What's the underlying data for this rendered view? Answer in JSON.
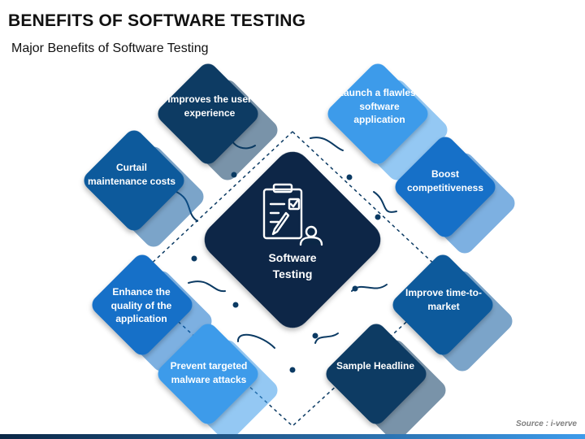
{
  "title": "BENEFITS OF SOFTWARE TESTING",
  "subtitle": "Major Benefits of Software Testing",
  "center": {
    "line1": "Software",
    "line2": "Testing",
    "icon": "clipboard-checklist-user-icon"
  },
  "benefits": [
    {
      "label": "Improves the user experience",
      "color": "#0B3A63"
    },
    {
      "label": "Curtail maintenance costs",
      "color": "#0E5A9C"
    },
    {
      "label": "Enhance the quality of the application",
      "color": "#1370C8"
    },
    {
      "label": "Prevent targeted malware attacks",
      "color": "#3D9BEA"
    },
    {
      "label": "Launch a flawless software application",
      "color": "#3D9BEA"
    },
    {
      "label": "Boost competitiveness",
      "color": "#1370C8"
    },
    {
      "label": "Improve time-to-market",
      "color": "#0E5A9C"
    },
    {
      "label": "Sample Headline",
      "color": "#0B3A63"
    }
  ],
  "source": "Source : i-verve",
  "colors": {
    "center": "#0B2746",
    "connector": "#0B3A63",
    "bar_left": "#0B2746",
    "bar_right": "#3D9BEA"
  }
}
